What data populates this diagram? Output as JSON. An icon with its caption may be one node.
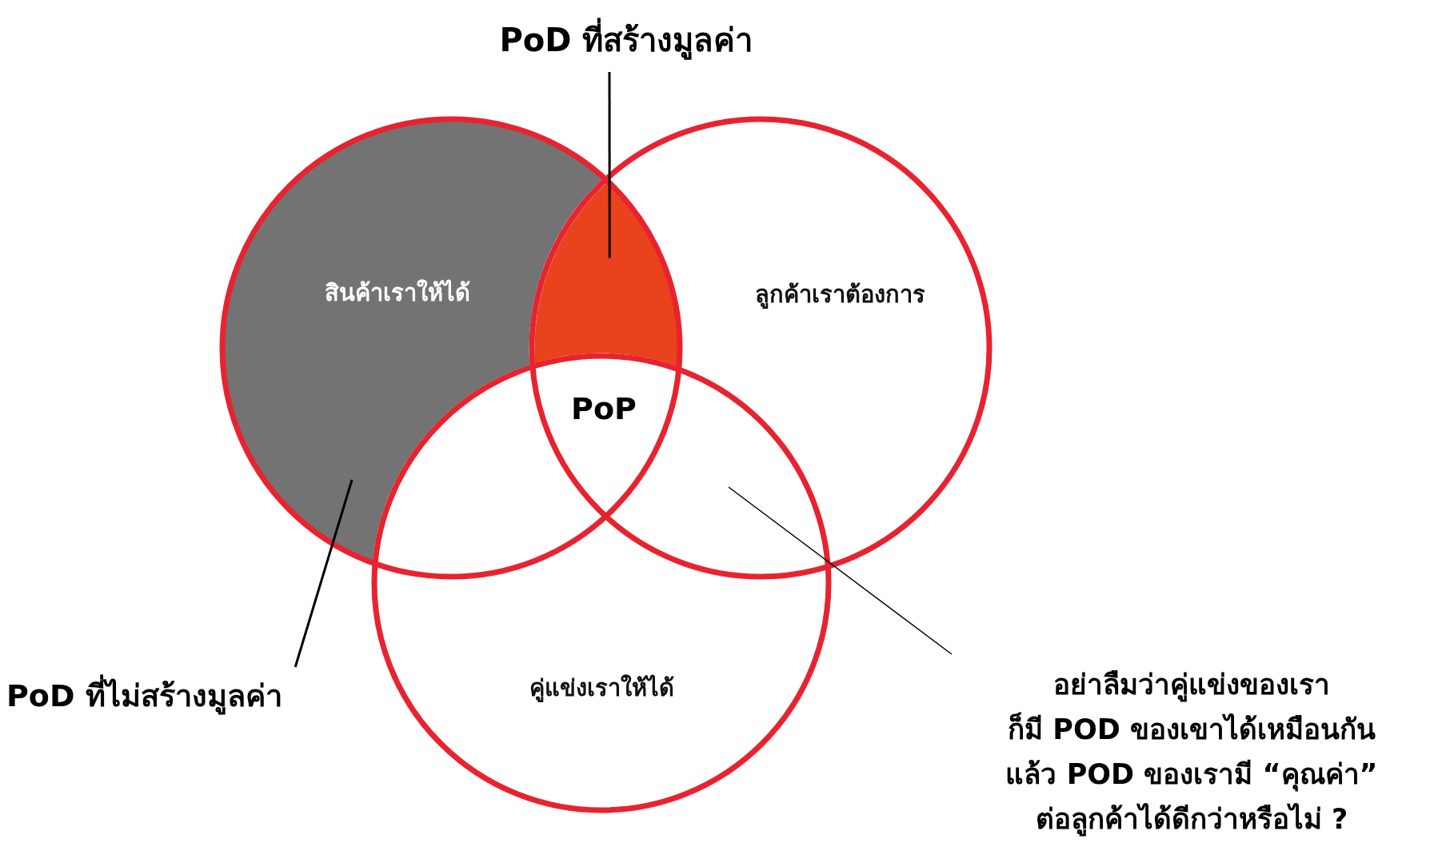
{
  "diagram": {
    "nodes": [
      {
        "text": [
          "PoD ที่สร้างมูลค่า"
        ]
      },
      {
        "text": [
          "สินค้าเราให้ได้"
        ]
      },
      {
        "text": [],
        "shape": "region"
      },
      {
        "text": [
          "ลูกค้าเราต้องการ"
        ]
      },
      {
        "text": [
          "คู่แข่งเราให้ได้"
        ]
      },
      {
        "text": [
          "PoD ที่ไม่สร้างมูลค่า"
        ]
      },
      {
        "text": [
          "อย่าลืมว่าคู่แข่งของเรา ก็มี POD ของเขาได้เหมือนกัน แล้ว POD ของเรามี “คุณค่า” ต่อลูกค้าได้ดีกว่าหรือไม่ ?"
        ]
      }
    ],
    "edges": [
      {
        "from": 0,
        "to": 2,
        "arrow": "none"
      },
      {
        "from": 5,
        "to": 1,
        "arrow": "none"
      },
      {
        "from": 6,
        "to": 4,
        "arrow": "none"
      }
    ],
    "labels": [
      "PoP"
    ]
  }
}
